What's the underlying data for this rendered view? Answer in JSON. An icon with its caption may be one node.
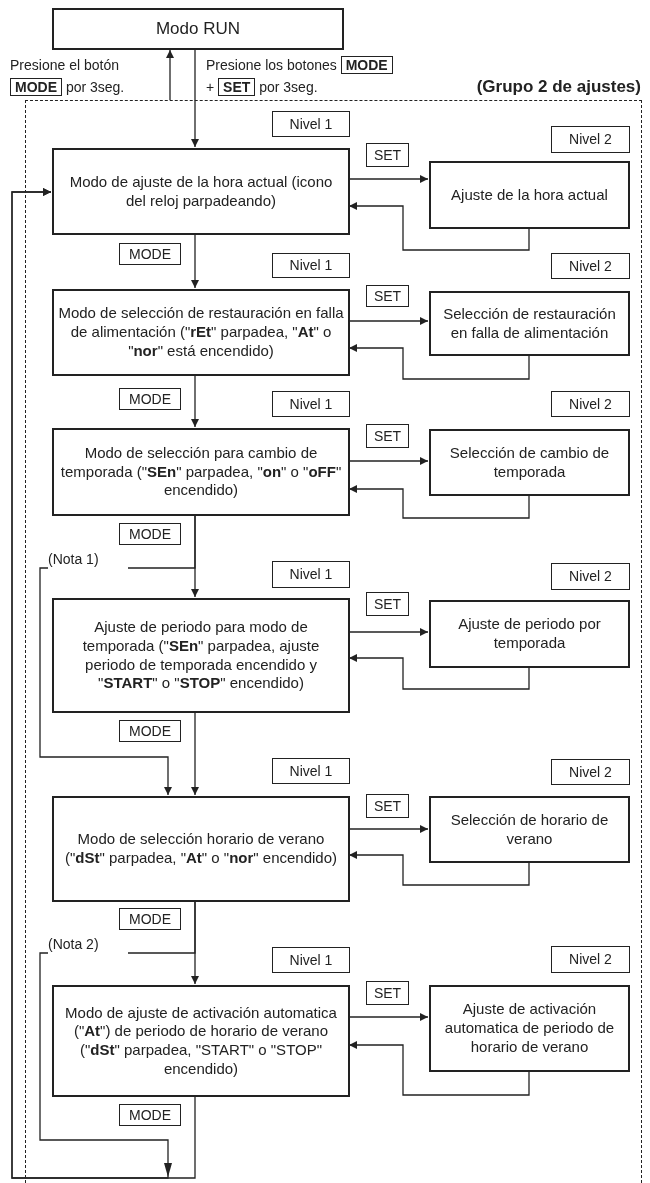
{
  "diagram": {
    "nodes": [
      {
        "text": [
          "Modo RUN"
        ]
      },
      {
        "text": [
          "(Grupo 2 de ajustes)"
        ]
      },
      {
        "text": [
          "Nivel 1"
        ],
        "in": 1
      },
      {
        "text": [
          "Nivel 2"
        ],
        "in": 1
      },
      {
        "text": [
          "Modo de ajuste de la hora actual (icono del reloj parpadeando)"
        ],
        "in": 1
      },
      {
        "text": [
          "Ajuste de la hora actual"
        ],
        "in": 1
      },
      {
        "text": [
          "Nivel 1"
        ],
        "in": 1
      },
      {
        "text": [
          "Nivel 2"
        ],
        "in": 1
      },
      {
        "text": [
          "Modo de selección de restauración en falla de alimentación (\"**rEt**\" parpadea, \"**At**\" o \"**nor**\" está encendido)"
        ],
        "in": 1
      },
      {
        "text": [
          "Selección de restauración en falla de alimentación"
        ],
        "in": 1
      },
      {
        "text": [
          "Nivel 1"
        ],
        "in": 1
      },
      {
        "text": [
          "Nivel 2"
        ],
        "in": 1
      },
      {
        "text": [
          "Modo de selección para cambio de temporada (\"**SEn**\" parpadea, \"**on**\" o \"**oFF**\" encendido)"
        ],
        "in": 1
      },
      {
        "text": [
          "Selección de cambio de temporada"
        ],
        "in": 1
      },
      {
        "text": [
          "Nivel 1"
        ],
        "in": 1
      },
      {
        "text": [
          "Nivel 2"
        ],
        "in": 1
      },
      {
        "text": [
          "Ajuste de periodo para modo de temporada (\"**SEn**\" parpadea, ajuste periodo de temporada encendido y \"**START**\" o \"**STOP**\" encendido)"
        ],
        "in": 1
      },
      {
        "text": [
          "Ajuste de periodo por temporada"
        ],
        "in": 1
      },
      {
        "text": [
          "Nivel 1"
        ],
        "in": 1
      },
      {
        "text": [
          "Nivel 2"
        ],
        "in": 1
      },
      {
        "text": [
          "Modo de selección horario de verano (\"**dSt**\" parpadea, \"**At**\" o \"**nor**\" encendido)"
        ],
        "in": 1
      },
      {
        "text": [
          "Selección de horario de verano"
        ],
        "in": 1
      },
      {
        "text": [
          "Nivel 1"
        ],
        "in": 1
      },
      {
        "text": [
          "Nivel 2"
        ],
        "in": 1
      },
      {
        "text": [
          "Modo de ajuste de activación automatica (\"**At**\") de periodo de horario de verano (\"**dSt**\" parpadea, \"START\" o \"STOP\" encendido)"
        ],
        "in": 1
      },
      {
        "text": [
          "Ajuste de activación automatica de periodo de horario de verano"
        ],
        "in": 1
      }
    ],
    "edges": [
      {
        "from": 1,
        "to": 0,
        "arrow": "to",
        "label": "Presione el botón **MODE** por 3seg."
      },
      {
        "from": 0,
        "to": 4,
        "arrow": "to",
        "label": "Presione los botones **MODE** + **SET** por 3seg."
      },
      {
        "from": 4,
        "to": 5,
        "arrow": "to",
        "label": "SET"
      },
      {
        "from": 5,
        "to": 4,
        "arrow": "to"
      },
      {
        "from": 4,
        "to": 8,
        "arrow": "to",
        "label": "MODE"
      },
      {
        "from": 8,
        "to": 9,
        "arrow": "to",
        "label": "SET"
      },
      {
        "from": 9,
        "to": 8,
        "arrow": "to"
      },
      {
        "from": 8,
        "to": 12,
        "arrow": "to",
        "label": "MODE"
      },
      {
        "from": 12,
        "to": 13,
        "arrow": "to",
        "label": "SET"
      },
      {
        "from": 13,
        "to": 12,
        "arrow": "to"
      },
      {
        "from": 12,
        "to": 16,
        "arrow": "to",
        "label": "MODE"
      },
      {
        "from": 12,
        "to": 20,
        "arrow": "to",
        "label": "(Nota 1)"
      },
      {
        "from": 16,
        "to": 17,
        "arrow": "to",
        "label": "SET"
      },
      {
        "from": 17,
        "to": 16,
        "arrow": "to"
      },
      {
        "from": 16,
        "to": 20,
        "arrow": "to",
        "label": "MODE"
      },
      {
        "from": 20,
        "to": 21,
        "arrow": "to",
        "label": "SET"
      },
      {
        "from": 21,
        "to": 20,
        "arrow": "to"
      },
      {
        "from": 20,
        "to": 24,
        "arrow": "to",
        "label": "MODE"
      },
      {
        "from": 20,
        "to": 4,
        "arrow": "to",
        "label": "(Nota 2)"
      },
      {
        "from": 24,
        "to": 25,
        "arrow": "to",
        "label": "SET"
      },
      {
        "from": 25,
        "to": 24,
        "arrow": "to"
      },
      {
        "from": 24,
        "to": 4,
        "arrow": "to",
        "label": "MODE"
      }
    ]
  }
}
